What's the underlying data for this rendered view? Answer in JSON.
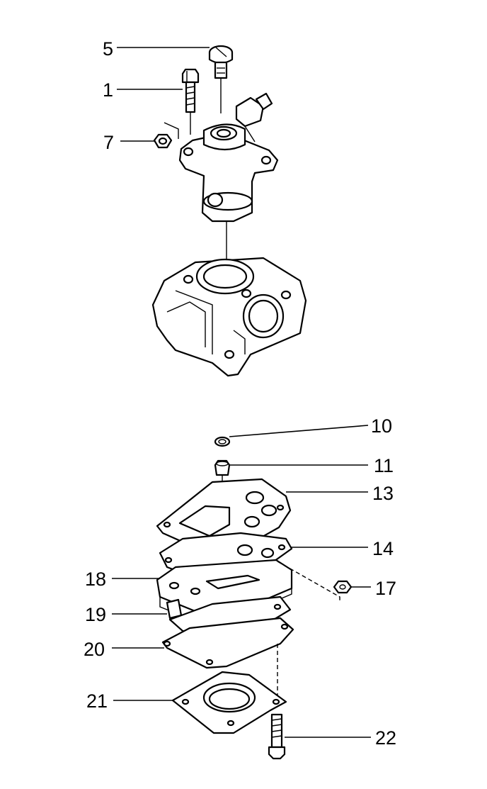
{
  "callouts": {
    "c5": "5",
    "c1": "1",
    "c7": "7",
    "c10": "10",
    "c11": "11",
    "c13": "13",
    "c14": "14",
    "c17": "17",
    "c18": "18",
    "c19": "19",
    "c20": "20",
    "c21": "21",
    "c22": "22"
  }
}
